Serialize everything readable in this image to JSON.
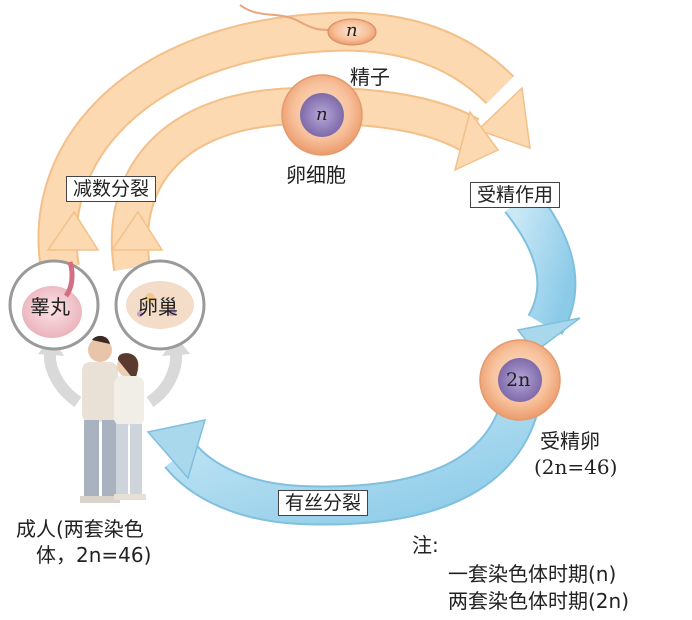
{
  "labels": {
    "sperm": "精子",
    "egg": "卵细胞",
    "fertilization": "受精作用",
    "zygote_line1": "受精卵",
    "zygote_line2": "(2n=46)",
    "meiosis": "减数分裂",
    "mitosis": "有丝分裂",
    "testis": "睾丸",
    "ovary": "卵巢",
    "adult_line1": "成人(两套染色",
    "adult_line2": "体，2n=46)",
    "note_title": "注:",
    "note_line1": "一套染色体时期(n)",
    "note_line2": "两套染色体时期(2n)"
  },
  "cell_labels": {
    "sperm_n": "n",
    "egg_n": "n",
    "zygote_2n": "2n"
  },
  "colors": {
    "haploid_arrow": "#fcd9b1",
    "haploid_arrow_stroke": "#f3c08a",
    "diploid_arrow": "#a9d7ec",
    "diploid_arrow_stroke": "#7fc0df",
    "cell_outer": "#f6b27f",
    "nucleus": "#9c8bbd",
    "human_arrow": "#d9d9d9"
  }
}
